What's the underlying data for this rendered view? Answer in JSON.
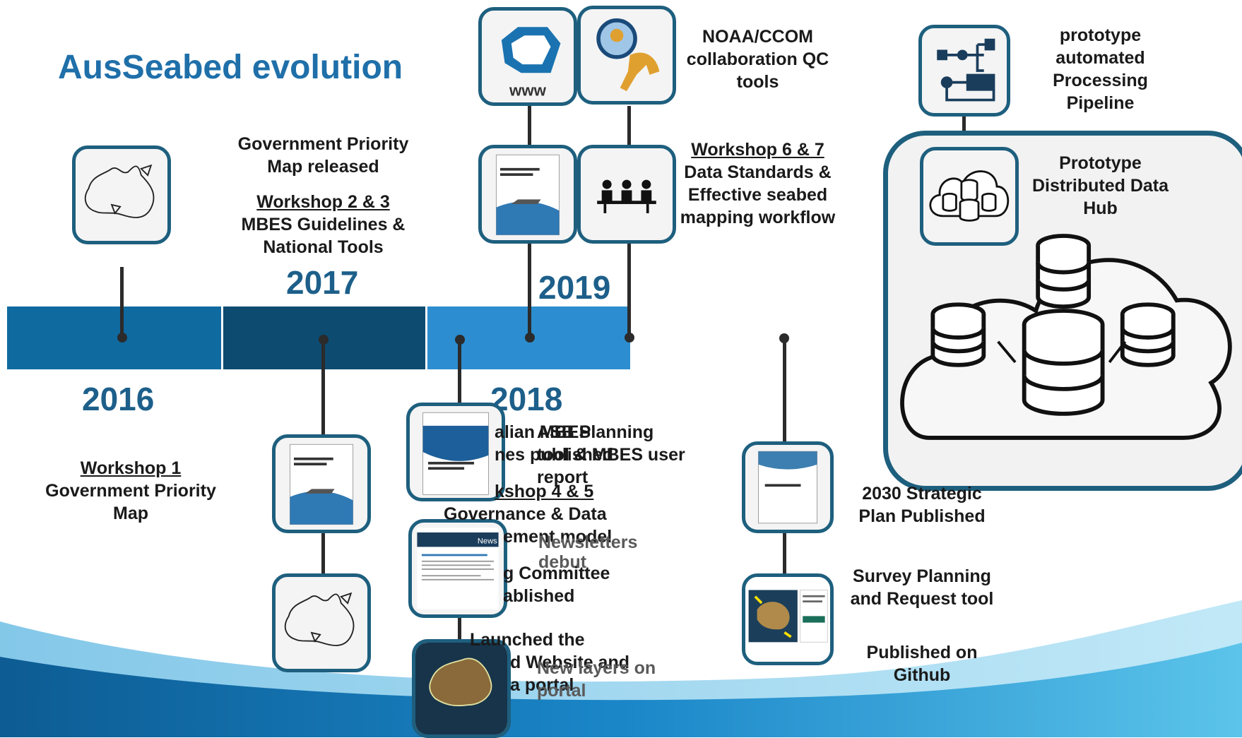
{
  "title": "AusSeabed evolution",
  "colors": {
    "title": "#1f6fa9",
    "bar_2016": "#0f6aa0",
    "bar_2017": "#0d4b71",
    "bar_2018": "#2c8ed0",
    "frame": "#1e5f7e",
    "year_text": "#1d5f8a"
  },
  "years": {
    "y2016": "2016",
    "y2017": "2017",
    "y2018": "2018",
    "y2019": "2019"
  },
  "events": {
    "gov_map_released": "Government Priority Map released",
    "workshop_2_3": {
      "title": "Workshop 2 & 3",
      "desc": "MBES Guidelines & National Tools"
    },
    "workshop_1": {
      "title": "Workshop 1",
      "desc": "Government Priority Map"
    },
    "noaa": "NOAA/CCOM collaboration QC tools",
    "workshop_6_7": {
      "title": "Workshop 6 & 7",
      "desc": "Data Standards & Effective seabed mapping workflow"
    },
    "pipeline": "prototype automated Processing Pipeline",
    "hub": "Prototype Distributed Data Hub",
    "strategic_plan": "2030 Strategic Plan Published",
    "survey_tool": "Survey Planning and Request tool",
    "github": "Published on Github",
    "overlap": {
      "a1": "alian MBES",
      "a2": "ASB Planning",
      "b1": "nes published",
      "b2": "tool & MBES user",
      "c": "report",
      "workshop_4_5_title": "kshop 4 & 5",
      "gov_data_1": "Governance & Data",
      "gov_data_2": "ement model",
      "newsletters": "Newsletters",
      "debut": "debut",
      "committee_1": "g Committee",
      "committee_2": "ablished",
      "launched_1": "Launched the",
      "launched_2": "d Website and",
      "new_layers": "New layers on",
      "launched_3": "a portal",
      "portal": "portal"
    }
  },
  "icons": {
    "www_label": "www",
    "newsletter_label": "News"
  }
}
